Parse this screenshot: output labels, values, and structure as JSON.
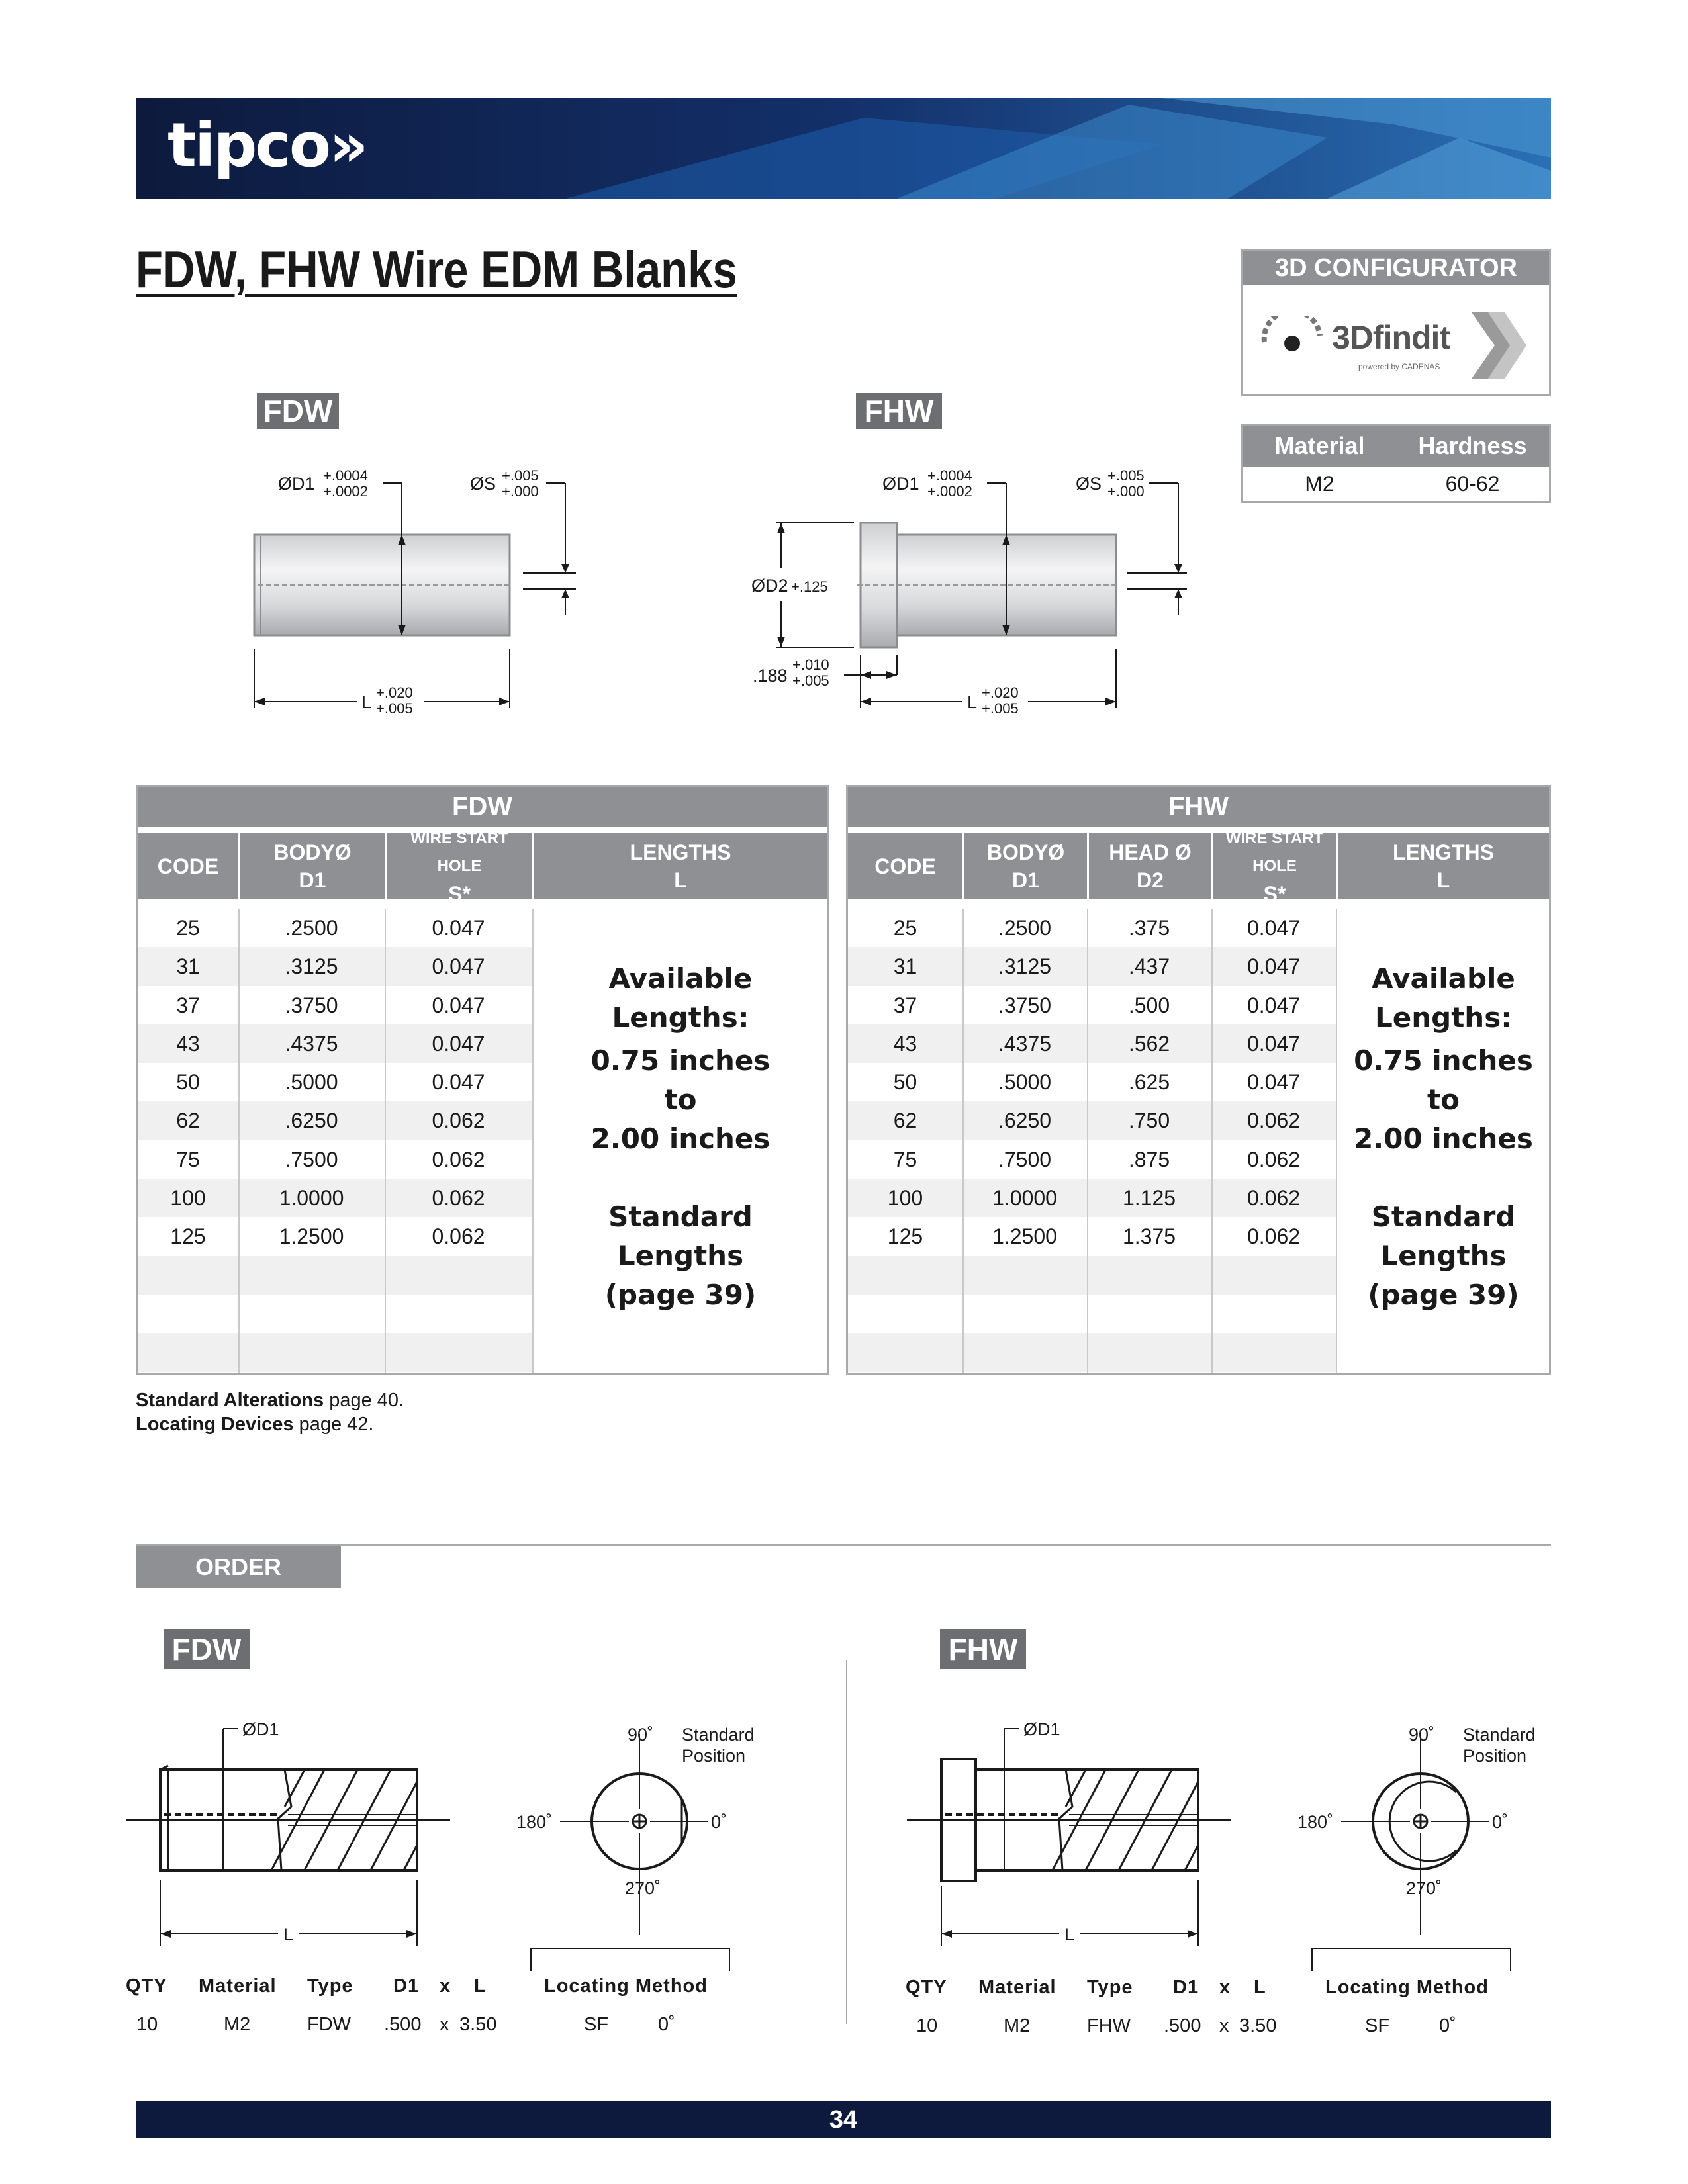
{
  "brand": {
    "logo_text": "tipco»"
  },
  "page_title": "FDW, FHW Wire EDM Blanks",
  "configurator": {
    "header": "3D CONFIGURATOR",
    "logo_text": "3Dfindit",
    "powered_by": "powered by  CADENAS"
  },
  "material_table": {
    "headers": [
      "Material",
      "Hardness"
    ],
    "row": [
      "M2",
      "60-62"
    ]
  },
  "drawings": {
    "fdw_tag": "FDW",
    "fhw_tag": "FHW",
    "d1_label": "ØD1",
    "d1_tol_plus": "+.0004",
    "d1_tol_minus": "+.0002",
    "s_label": "ØS",
    "s_tol_plus": "+.005",
    "s_tol_minus": "+.000",
    "l_label": "L",
    "l_tol_plus": "+.020",
    "l_tol_minus": "+.005",
    "d2_label": "ØD2",
    "d2_tol": "+.125",
    "head_len": ".188",
    "head_tol_plus": "+.010",
    "head_tol_minus": "+.005"
  },
  "fdw_table": {
    "title": "FDW",
    "headers": [
      {
        "line1": "CODE",
        "line2": ""
      },
      {
        "line1": "BODYØ",
        "line2": "D1"
      },
      {
        "line1": "WIRE START HOLE",
        "line2": "S*"
      },
      {
        "line1": "LENGTHS",
        "line2": "L"
      }
    ],
    "rows": [
      [
        "25",
        ".2500",
        "0.047"
      ],
      [
        "31",
        ".3125",
        "0.047"
      ],
      [
        "37",
        ".3750",
        "0.047"
      ],
      [
        "43",
        ".4375",
        "0.047"
      ],
      [
        "50",
        ".5000",
        "0.047"
      ],
      [
        "62",
        ".6250",
        "0.062"
      ],
      [
        "75",
        ".7500",
        "0.062"
      ],
      [
        "100",
        "1.0000",
        "0.062"
      ],
      [
        "125",
        "1.2500",
        "0.062"
      ]
    ],
    "available": [
      "Available",
      "Lengths:",
      "0.75 inches",
      "to",
      "2.00 inches",
      "",
      "Standard",
      "Lengths",
      "(page 39)"
    ]
  },
  "fhw_table": {
    "title": "FHW",
    "headers": [
      {
        "line1": "CODE",
        "line2": ""
      },
      {
        "line1": "BODYØ",
        "line2": "D1"
      },
      {
        "line1": "HEAD Ø",
        "line2": "D2"
      },
      {
        "line1": "WIRE START HOLE",
        "line2": "S*"
      },
      {
        "line1": "LENGTHS",
        "line2": "L"
      }
    ],
    "rows": [
      [
        "25",
        ".2500",
        ".375",
        "0.047"
      ],
      [
        "31",
        ".3125",
        ".437",
        "0.047"
      ],
      [
        "37",
        ".3750",
        ".500",
        "0.047"
      ],
      [
        "43",
        ".4375",
        ".562",
        "0.047"
      ],
      [
        "50",
        ".5000",
        ".625",
        "0.047"
      ],
      [
        "62",
        ".6250",
        ".750",
        "0.062"
      ],
      [
        "75",
        ".7500",
        ".875",
        "0.062"
      ],
      [
        "100",
        "1.0000",
        "1.125",
        "0.062"
      ],
      [
        "125",
        "1.2500",
        "1.375",
        "0.062"
      ]
    ],
    "available": [
      "Available",
      "Lengths:",
      "0.75 inches",
      "to",
      "2.00 inches",
      "",
      "Standard",
      "Lengths",
      "(page 39)"
    ]
  },
  "notes": [
    {
      "bold": "Standard Alterations",
      "text": " page 40."
    },
    {
      "bold": "Locating Devices",
      "text": " page 42."
    }
  ],
  "order_example": {
    "title": "ORDER EXAMPLE",
    "angle_90": "90˚",
    "angle_180": "180˚",
    "angle_0": "0˚",
    "angle_270": "270˚",
    "standard_position": [
      "Standard",
      "Position"
    ],
    "locating_method": "Locating Method",
    "headers": [
      "QTY",
      "Material",
      "Type",
      "D1",
      "x",
      "L"
    ],
    "fdw": {
      "qty": "10",
      "material": "M2",
      "type": "FDW",
      "d1": ".500",
      "x": "x",
      "l": "3.50",
      "method": "SF",
      "angle": "0˚"
    },
    "fhw": {
      "qty": "10",
      "material": "M2",
      "type": "FHW",
      "d1": ".500",
      "x": "x",
      "l": "3.50",
      "method": "SF",
      "angle": "0˚"
    }
  },
  "page_number": "34"
}
